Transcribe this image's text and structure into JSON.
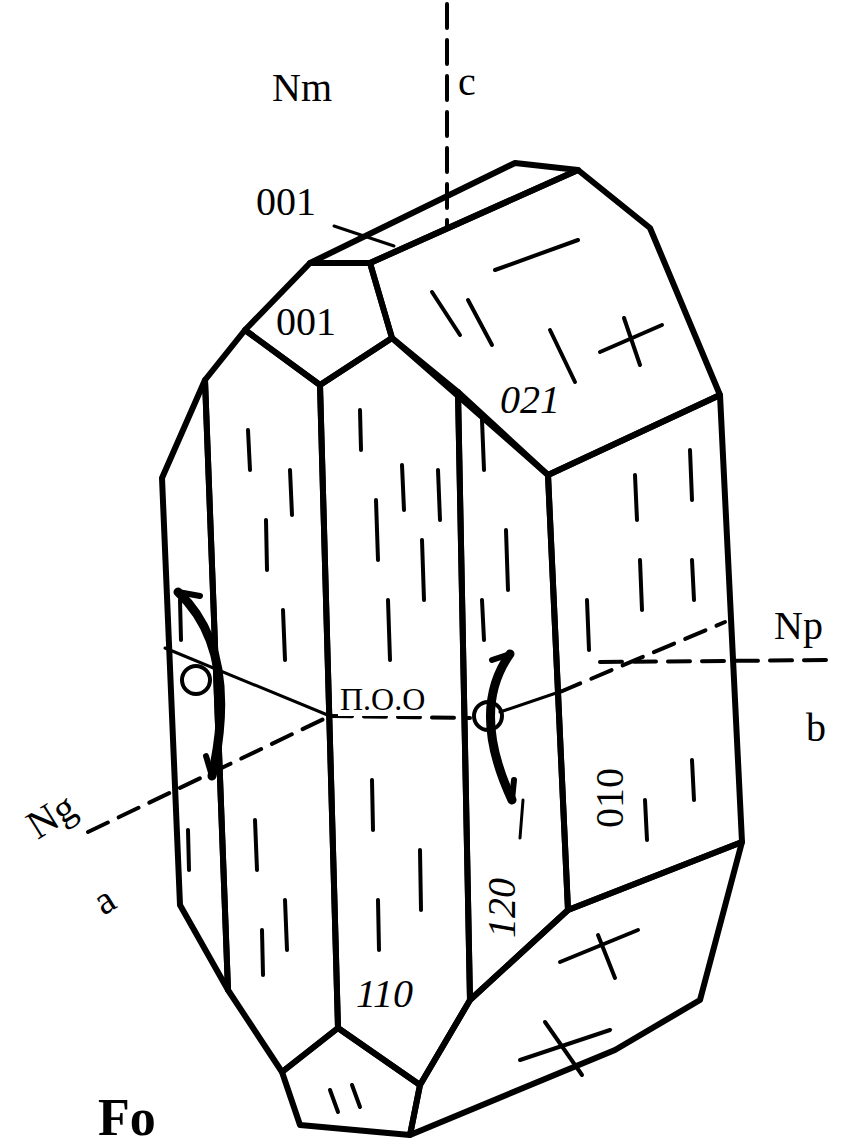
{
  "diagram": {
    "labels": [
      "Nm",
      "c",
      "001",
      "001",
      "021",
      "Np",
      "b",
      "П.О.О",
      "Ng",
      "a",
      "010",
      "120",
      "110",
      "Fo"
    ]
  }
}
